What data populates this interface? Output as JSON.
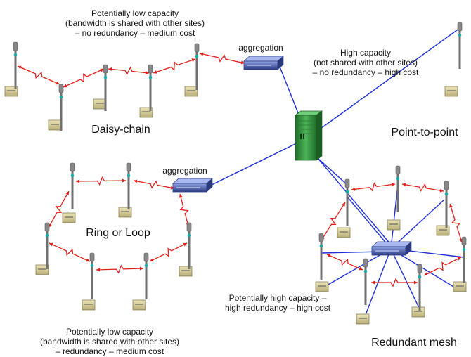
{
  "labels": {
    "agg_top": "aggregation",
    "agg_left": "aggregation",
    "daisy_title": "Daisy-chain",
    "daisy_desc_1": "Potentially low capacity",
    "daisy_desc_2": "(bandwidth is shared with other sites)",
    "daisy_desc_3": "– no redundancy – medium cost",
    "p2p_title": "Point-to-point",
    "p2p_desc_1": "High capacity",
    "p2p_desc_2": "(not shared with other sites)",
    "p2p_desc_3": "– no redundancy – high cost",
    "ring_title": "Ring or Loop",
    "ring_desc_1": "Potentially low capacity",
    "ring_desc_2": "(bandwidth is shared with other sites)",
    "ring_desc_3": "– redundancy – medium cost",
    "mesh_title": "Redundant mesh",
    "mesh_desc_1": "Potentially high capacity –",
    "mesh_desc_2": "high redundancy – high cost"
  },
  "colors": {
    "wired_link": "#1f2fd6",
    "radio_link": "#e0201b",
    "router_body": "#3d4f9a",
    "server_body": "#2e8b3a",
    "tower": "#707070",
    "box": "#d8cf98"
  },
  "icons": [
    "tower-icon",
    "radio-link-icon",
    "aggregation-router-icon",
    "core-server-icon",
    "equipment-box-icon"
  ]
}
